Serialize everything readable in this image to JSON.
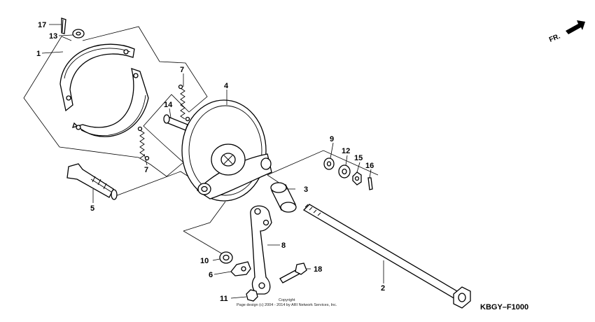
{
  "diagram": {
    "direction_label": "FR.",
    "diagram_code": "KBGY–F1000",
    "copyright_line1": "Copyright",
    "copyright_line2": "Page design (c) 2004 - 2014 by ARI Network Services, Inc.",
    "callouts": {
      "c1": "1",
      "c2": "2",
      "c3": "3",
      "c4": "4",
      "c5": "5",
      "c6": "6",
      "c7a": "7",
      "c7b": "7",
      "c8": "8",
      "c9": "9",
      "c10": "10",
      "c11": "11",
      "c12": "12",
      "c13": "13",
      "c14": "14",
      "c15": "15",
      "c16": "16",
      "c17": "17",
      "c18": "18"
    }
  }
}
